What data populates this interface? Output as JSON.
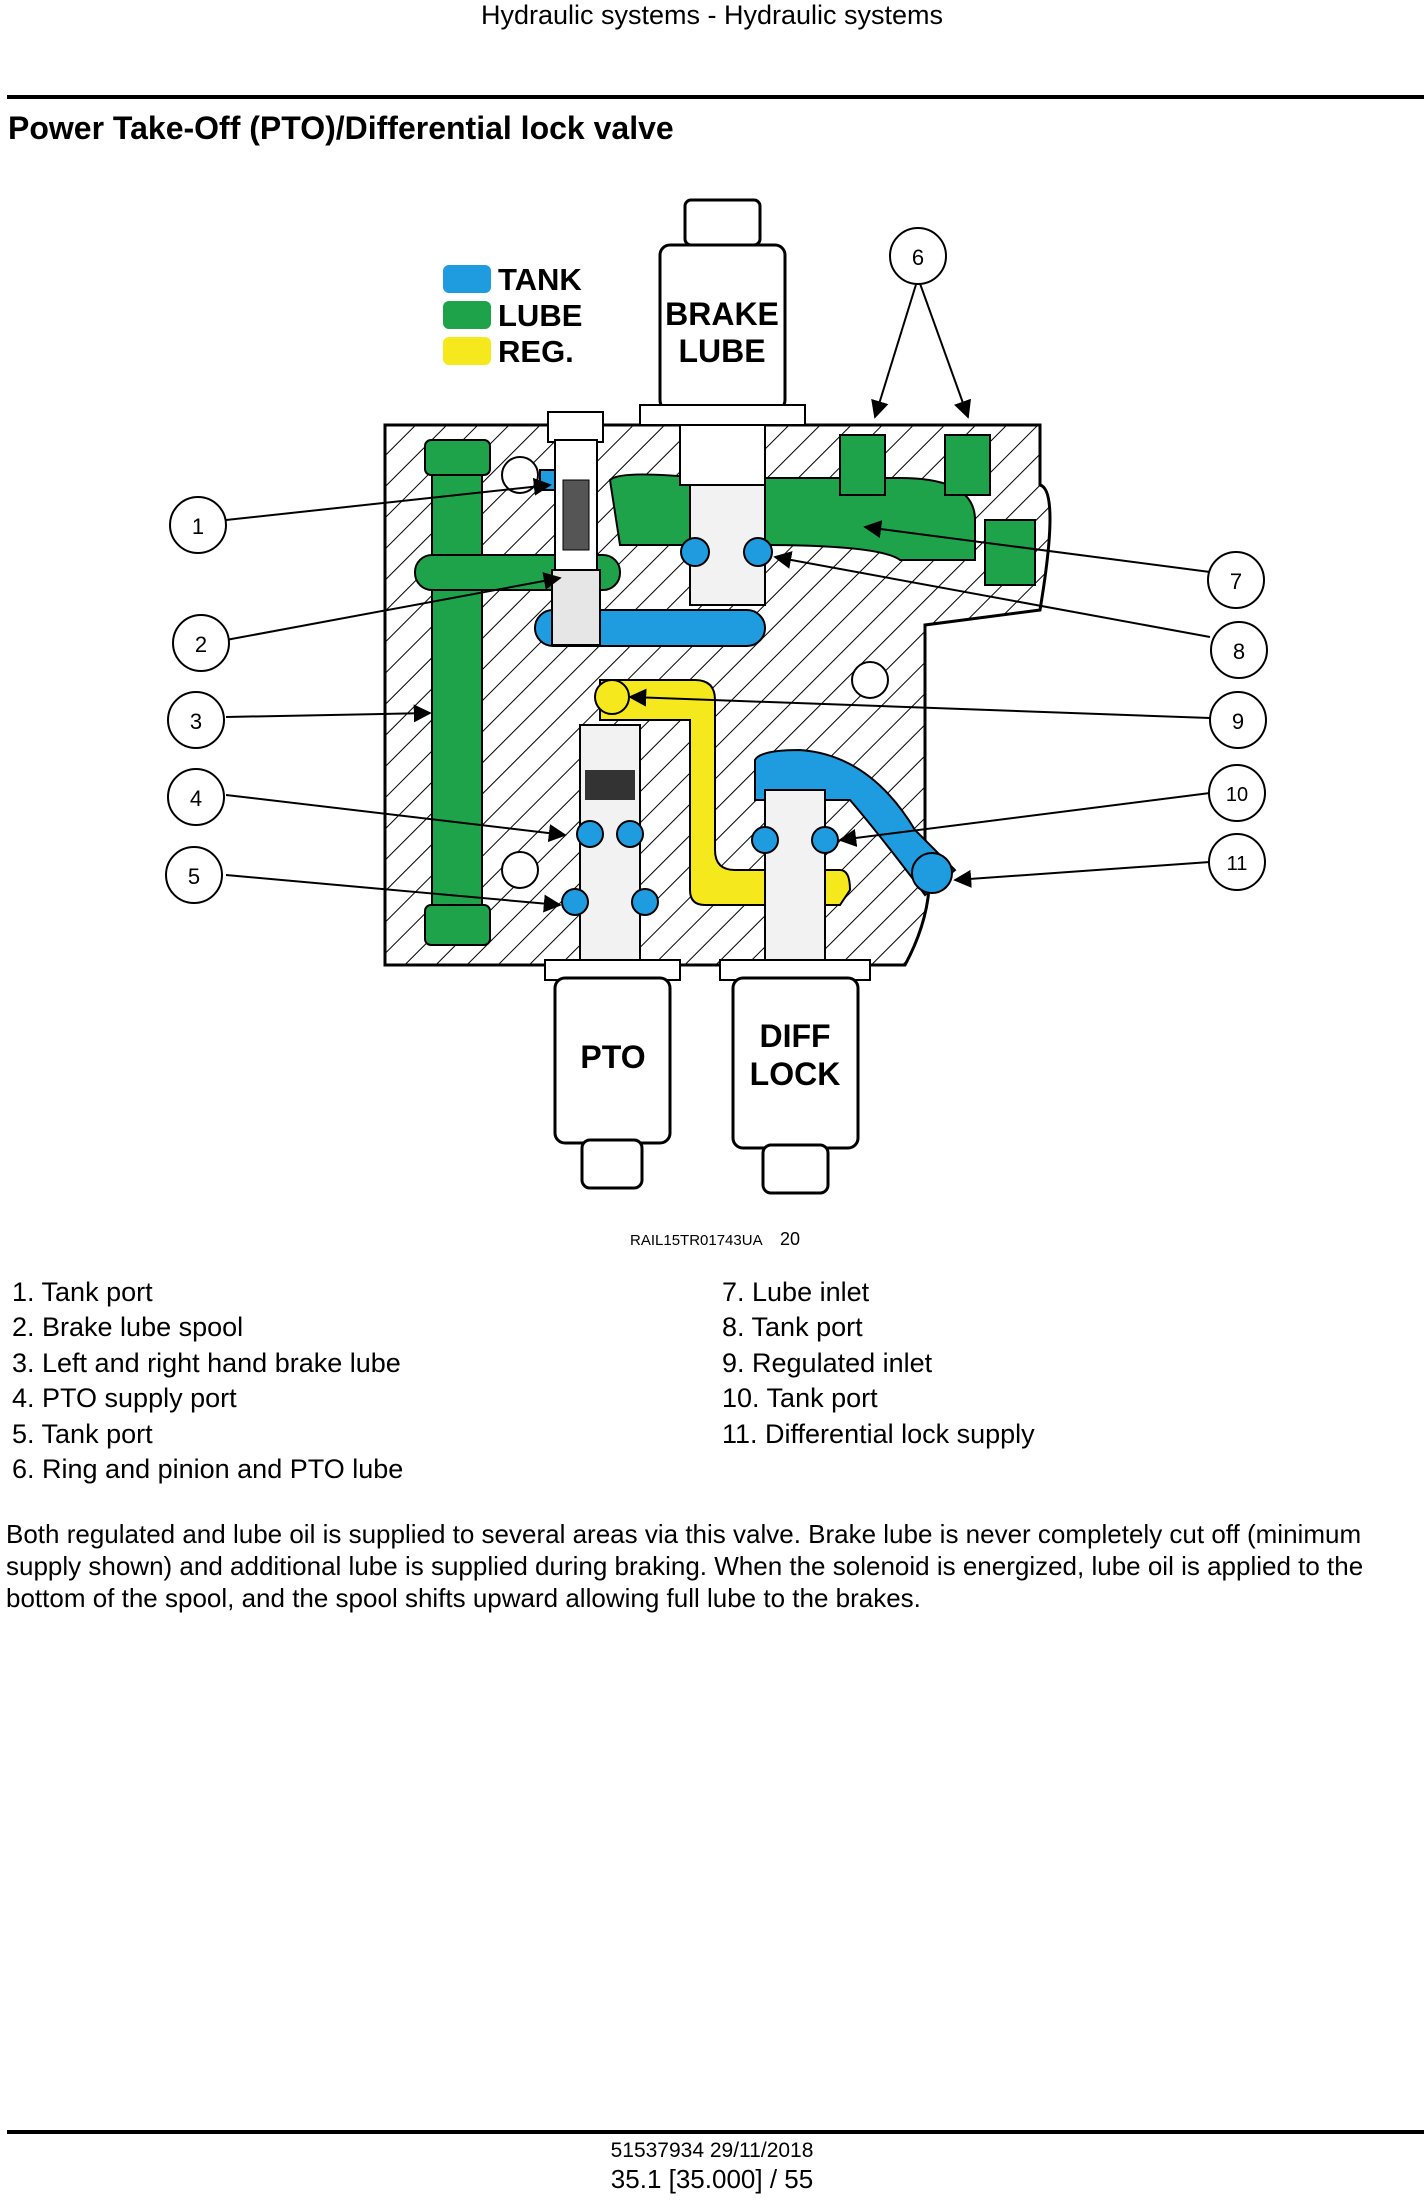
{
  "header": {
    "running_title": "Hydraulic systems - Hydraulic systems"
  },
  "title": "Power Take-Off (PTO)/Differential lock valve",
  "figure": {
    "legend": {
      "tank": "TANK",
      "lube": "LUBE",
      "reg": "REG."
    },
    "colors": {
      "tank": "#1f9be0",
      "lube": "#1ea34a",
      "reg": "#f5e81c"
    },
    "labels": {
      "brake_line1": "BRAKE",
      "brake_line2": "LUBE",
      "pto": "PTO",
      "diff_line1": "DIFF",
      "diff_line2": "LOCK"
    },
    "callouts": [
      "1",
      "2",
      "3",
      "4",
      "5",
      "6",
      "7",
      "8",
      "9",
      "10",
      "11"
    ],
    "figure_id": "RAIL15TR01743UA",
    "figure_number": "20"
  },
  "legend_items": {
    "left": [
      "1.  Tank port",
      "2.  Brake lube spool",
      "3.  Left and right hand brake lube",
      "4.  PTO supply port",
      "5.  Tank port",
      "6.  Ring and pinion and PTO lube"
    ],
    "right": [
      "7.  Lube inlet",
      "8.  Tank port",
      "9.  Regulated inlet",
      "10.  Tank port",
      "11.  Differential lock supply"
    ]
  },
  "body_text": "Both regulated and lube oil is supplied to several areas via this valve. Brake lube is never completely cut off (minimum supply shown) and additional lube is supplied during braking. When the solenoid is energized, lube oil is applied to the bottom of the spool, and the spool shifts upward allowing full lube to the brakes.",
  "footer": {
    "doc_ref": "51537934 29/11/2018",
    "page_ref": "35.1 [35.000] / 55"
  }
}
